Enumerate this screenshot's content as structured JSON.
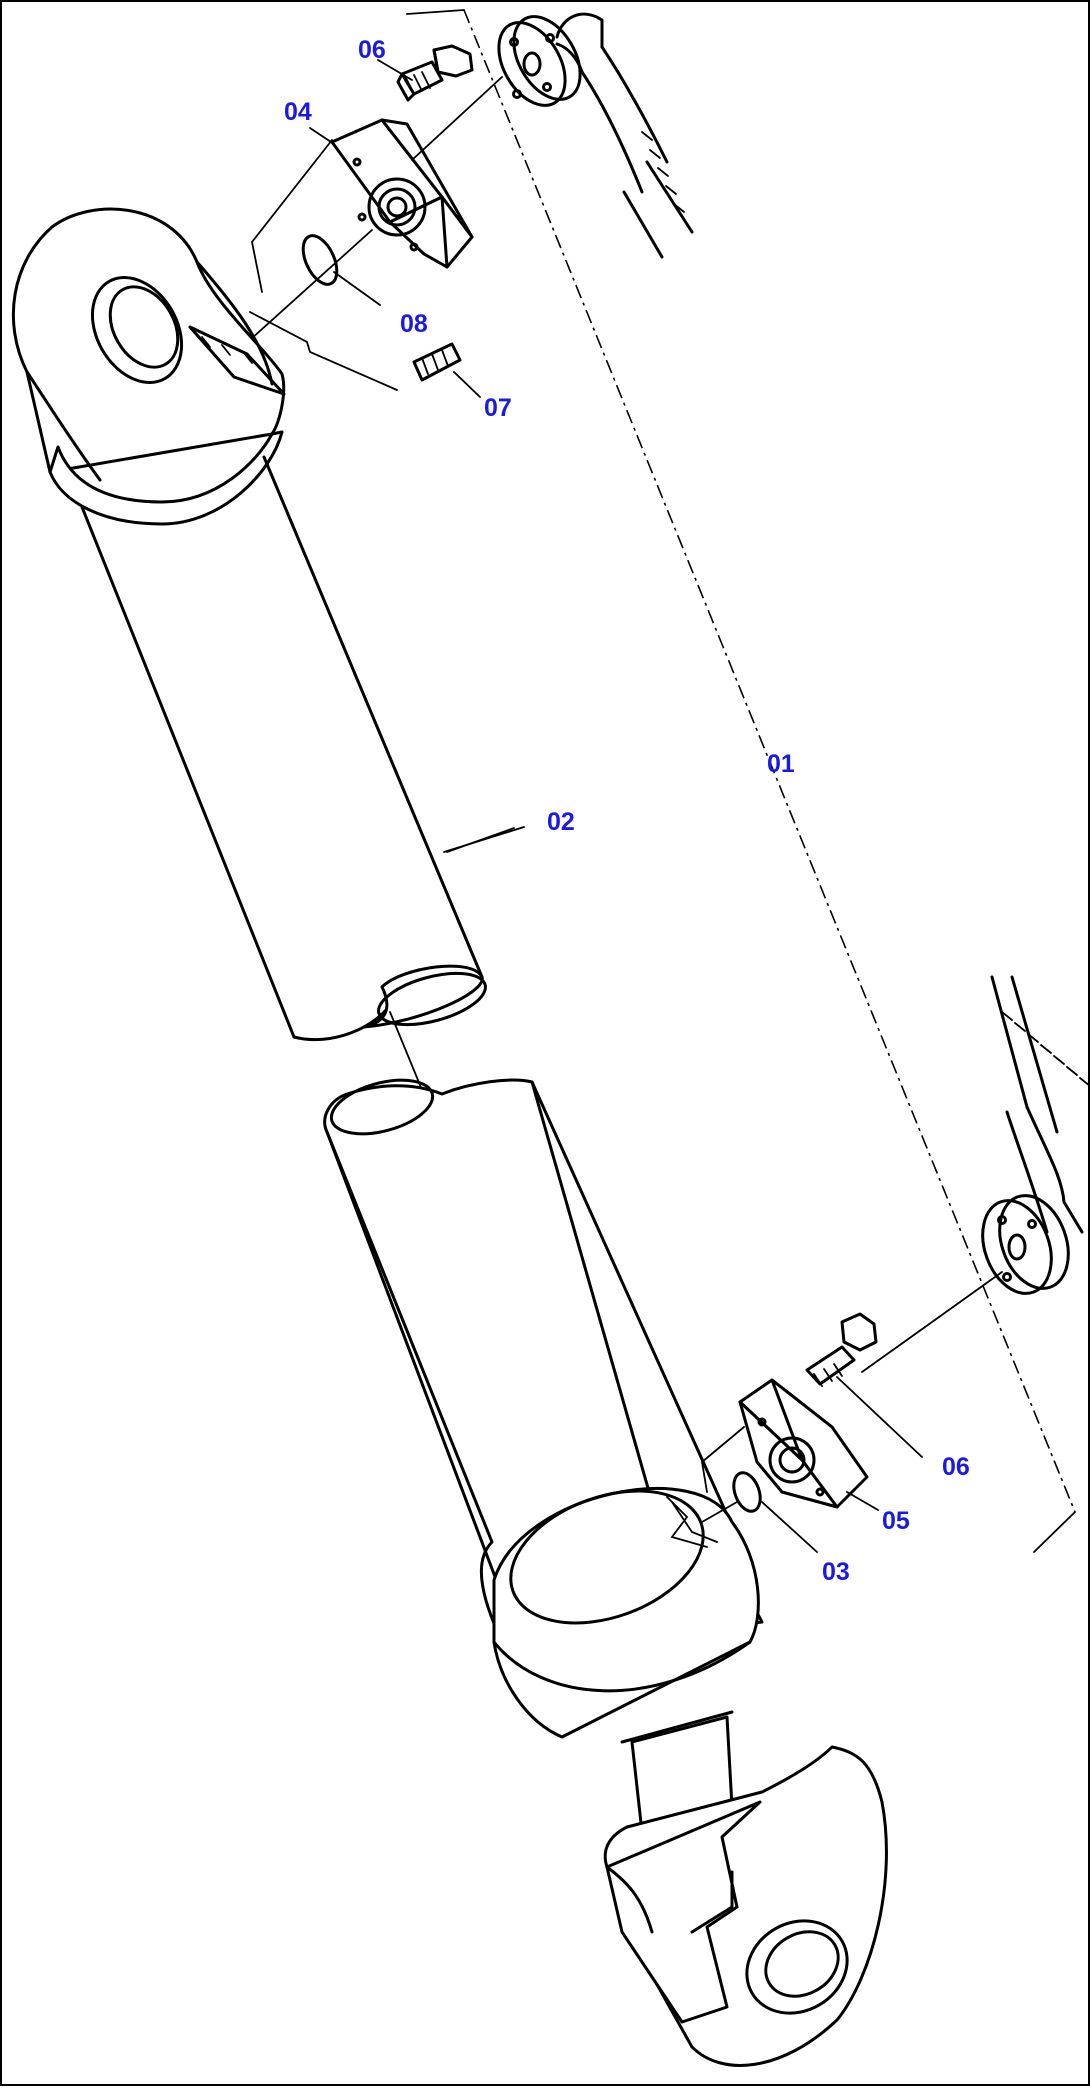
{
  "callouts": {
    "c01": "01",
    "c02": "02",
    "c03": "03",
    "c04": "04",
    "c05": "05",
    "c06_top": "06",
    "c06_bottom": "06",
    "c07": "07",
    "c08": "08"
  },
  "colors": {
    "callout_text": "#1a1ae6",
    "line": "#000000",
    "background": "#ffffff"
  }
}
